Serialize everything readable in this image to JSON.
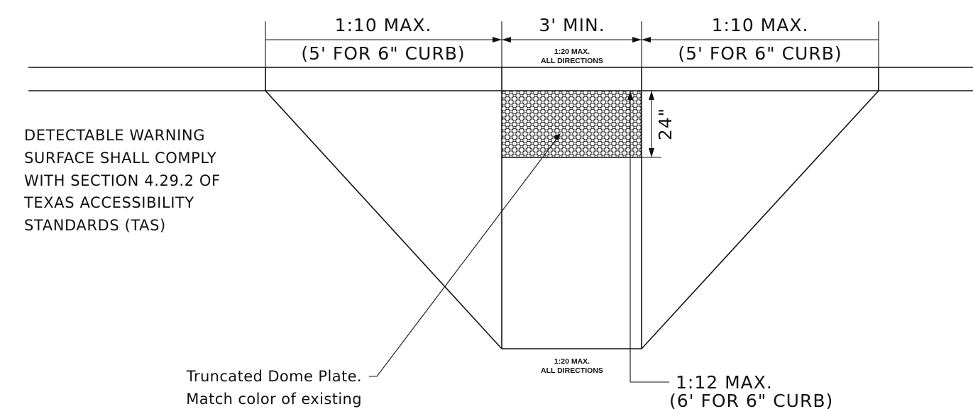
{
  "dimensions": {
    "left_slope": "1:10 MAX.",
    "left_curb": "(5' FOR 6\" CURB)",
    "center_width": "3' MIN.",
    "center_slope_line1": "1:20 MAX.",
    "center_slope_line2": "ALL DIRECTIONS",
    "right_slope": "1:10 MAX.",
    "right_curb": "(5' FOR 6\" CURB)",
    "dome_depth": "24\""
  },
  "note": {
    "lines": [
      "DETECTABLE WARNING",
      "SURFACE SHALL COMPLY",
      "WITH SECTION 4.29.2 OF",
      "TEXAS ACCESSIBILITY",
      "STANDARDS (TAS)"
    ]
  },
  "bottom": {
    "dome_label_line1": "Truncated Dome Plate.",
    "dome_label_line2": "Match color of existing",
    "slope_line1": "1:20 MAX.",
    "slope_line2": "ALL DIRECTIONS",
    "ramp_slope": "1:12 MAX.",
    "ramp_curb": "(6' FOR 6\" CURB)"
  }
}
